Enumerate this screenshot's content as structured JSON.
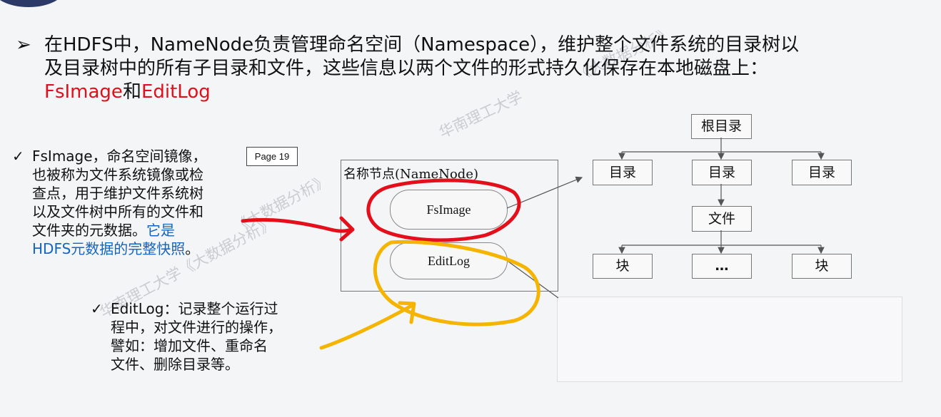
{
  "main": {
    "bullet": "➢",
    "line1": "在HDFS中，NameNode负责管理命名空间（Namespace），维护整个文件系统的目录树以",
    "line2": "及目录树中的所有子目录和文件，这些信息以两个文件的形式持久化保存在本地磁盘上：",
    "fsimage": "FsImage",
    "and": "和",
    "editlog": "EditLog"
  },
  "fsimage_note": {
    "check": "✓",
    "l1": "FsImage，命名空间镜像，",
    "l2": "也被称为文件系统镜像或检",
    "l3": "查点，用于维护文件系统树",
    "l4": "以及文件树中所有的文件和",
    "l5a": "文件夹的元数据。",
    "l5b": "它是",
    "l6a": "HDFS元数据的完整快照",
    "l6b": "。"
  },
  "editlog_note": {
    "check": "✓",
    "l1": "EditLog：记录整个运行过",
    "l2": "程中，对文件进行的操作，",
    "l3": "譬如：增加文件、重命名",
    "l4": "文件、删除目录等。"
  },
  "page_badge": "Page 19",
  "diagram": {
    "node_title": "名称节点(NameNode)",
    "fsimage": "FsImage",
    "editlog": "EditLog",
    "root": "根目录",
    "dir1": "目录",
    "dir2": "目录",
    "dir3": "目录",
    "file": "文件",
    "block1": "块",
    "ellipsis": "…",
    "block2": "块"
  },
  "watermarks": [
    "《大数据分析》",
    "华南理工大学",
    "《大数据分析》",
    "华南理工大学《大数据分析》"
  ],
  "colors": {
    "highlight": "#e0101a",
    "blue_text": "#1565c0",
    "red_ink": "#e3101c",
    "yellow_ink": "#f5b400",
    "badge": "#2b3a66"
  }
}
